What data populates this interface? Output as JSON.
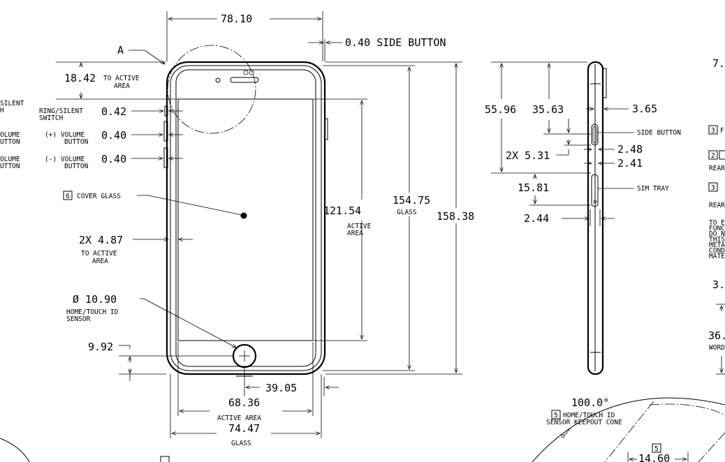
{
  "front_view": {
    "overall_width": "78.10",
    "side_button_width": "0.40 SIDE BUTTON",
    "detail_label": "A",
    "top_to_active_value": "18.42",
    "top_to_active_text": "TO ACTIVE",
    "top_to_active_text2": "AREA",
    "ring_switch_left": "SILENT",
    "ring_switch_left2": "H",
    "ring_switch_label": "RING/SILENT",
    "ring_switch_label2": "SWITCH",
    "ring_switch_value": "0.42",
    "vol_up_left": "OLUME",
    "vol_up_left2": "UTTON",
    "vol_up_label": "(+) VOLUME",
    "vol_up_label2": "BUTTON",
    "vol_up_value": "0.40",
    "vol_down_left": "OLUME",
    "vol_down_left2": "UTTON",
    "vol_down_label": "(-) VOLUME",
    "vol_down_label2": "BUTTON",
    "vol_down_value": "0.40",
    "cover_glass_tag": "6",
    "cover_glass_label": "COVER GLASS",
    "side_active_value": "2X 4.87",
    "side_active_text": "TO ACTIVE",
    "side_active_text2": "AREA",
    "home_diameter_value": "Ø 10.90",
    "home_label": "HOME/TOUCH ID",
    "home_label2": "SENSOR",
    "home_offset_value": "9.92",
    "home_center_value": "39.05",
    "active_width_value": "68.36",
    "active_width_text": "ACTIVE AREA",
    "glass_width_value": "74.47",
    "glass_width_text": "GLASS",
    "active_height_value": "121.54",
    "active_height_text": "ACTIVE",
    "active_height_text2": "AREA",
    "glass_height_value": "154.75",
    "glass_height_text": "GLASS",
    "overall_height_value": "158.38"
  },
  "side_view": {
    "dim_55": "55.96",
    "dim_35": "35.63",
    "dim_365": "3.65",
    "side_button_label": "SIDE BUTTON",
    "dim_2x531": "2X 5.31",
    "dim_248": "2.48",
    "dim_241": "2.41",
    "dim_1581": "15.81",
    "sim_tray_label": "SIM TRAY",
    "dim_244": "2.44"
  },
  "right_panel": {
    "top_value": "7.",
    "note3_tag": "3",
    "note3_text": "F",
    "note2_tag": "2",
    "note2_box": "",
    "rear_text1": "REAR",
    "note3b_tag": "3",
    "rear_text2": "REAR",
    "warn_lines": [
      "TO E",
      "FUNC",
      "DO N",
      "THIS",
      "META",
      "COND",
      "MATE"
    ],
    "val_3": "3.",
    "val_36": "36.",
    "word_text": "WORD"
  },
  "bottom_detail": {
    "cone_angle": "100.0°",
    "cone_tag": "5",
    "cone_label": "HOME/TOUCH ID",
    "cone_label2": "SENSOR KEEPOUT CONE",
    "tag5": "5",
    "dim_1460": "14.60"
  }
}
